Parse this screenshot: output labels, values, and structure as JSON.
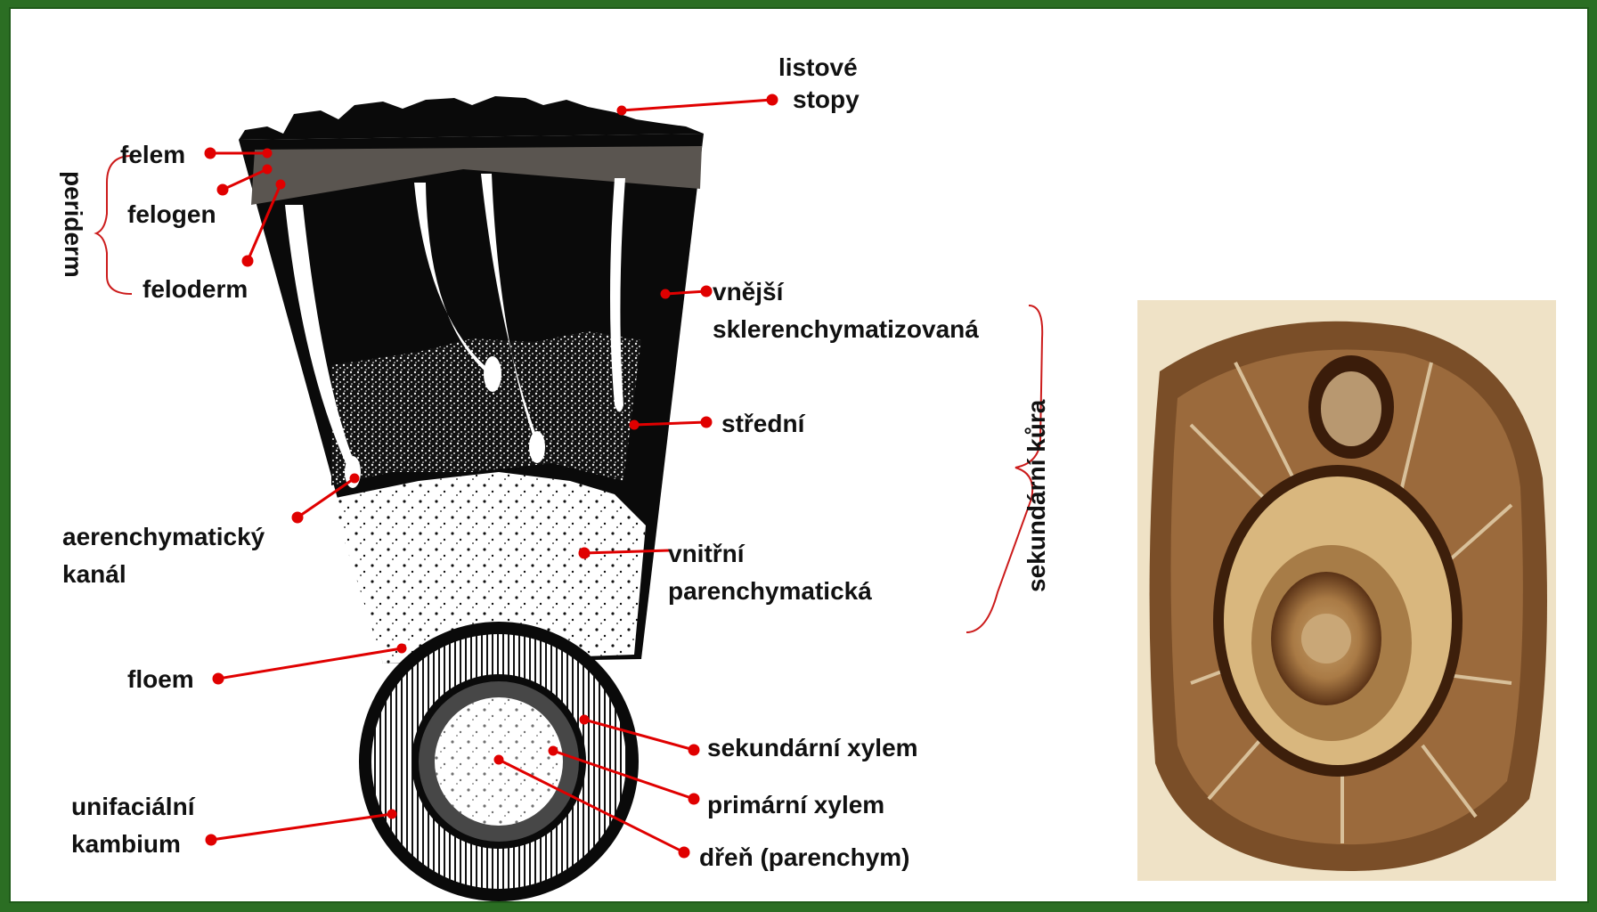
{
  "labels": {
    "listove_stopy": [
      "listové",
      "stopy"
    ],
    "felem": "felem",
    "felogen": "felogen",
    "feloderm": "feloderm",
    "periderm": "periderm",
    "vnejsi": [
      "vnější",
      "sklerenchymatizovaná"
    ],
    "stredni": "střední",
    "aerenchymaticky": [
      "aerenchymatický",
      "kanál"
    ],
    "vnitrni": [
      "vnitřní",
      "parenchymatická"
    ],
    "floem": "floem",
    "sekundarni_xylem": "sekundární xylem",
    "primarni_xylem": "primární xylem",
    "dren": "dřeň (parenchym)",
    "unifacialni": [
      "unifaciální",
      "kambium"
    ],
    "sekundarni_kura": "sekundární kůra"
  },
  "colors": {
    "background": "#2b6e23",
    "leader": "#e00000",
    "tissue_dark": "#0a0a0a",
    "periderm_band": "#5a5550"
  }
}
